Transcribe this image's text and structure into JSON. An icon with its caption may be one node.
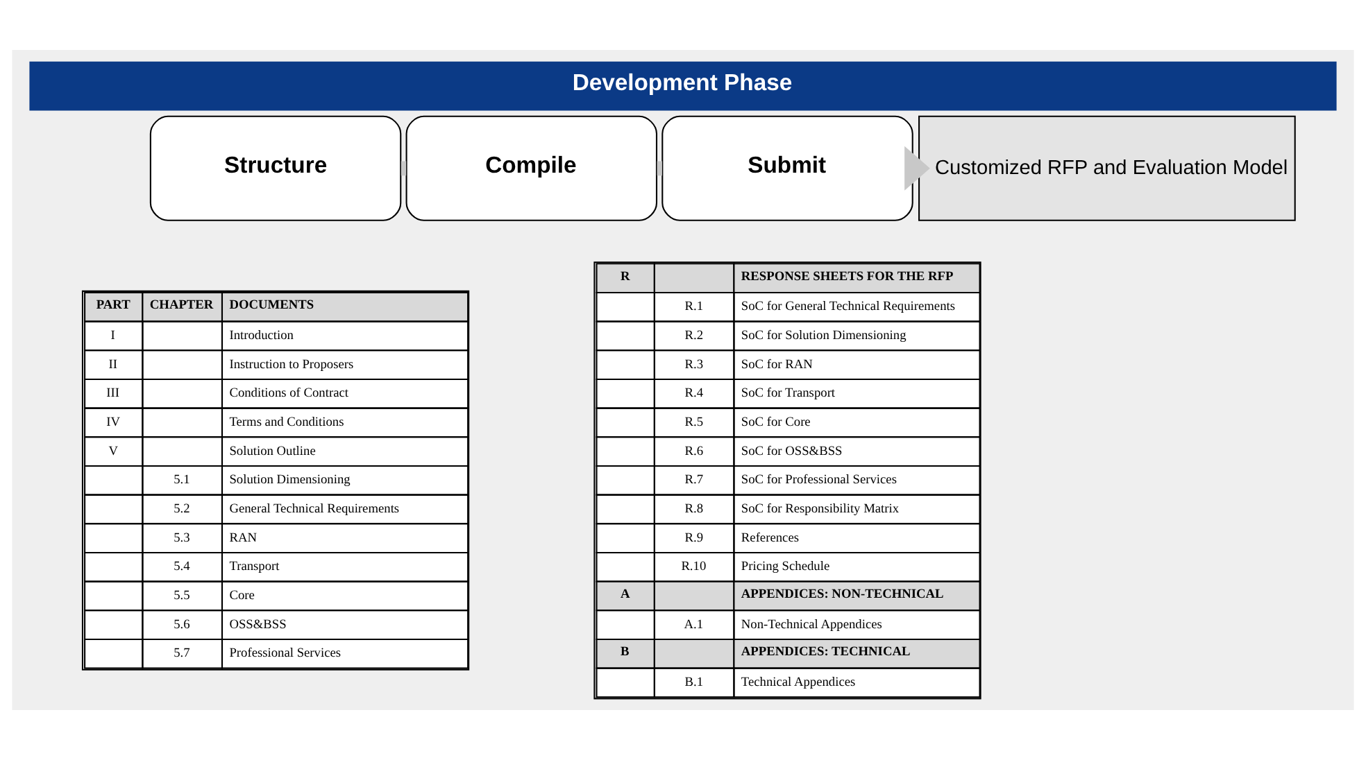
{
  "diagram": {
    "title": "Development Phase",
    "nodes": [
      {
        "text": [
          "Structure"
        ]
      },
      {
        "text": [
          "Compile"
        ]
      },
      {
        "text": [
          "Submit"
        ]
      },
      {
        "text": [
          "Customized RFP and Evaluation Model"
        ]
      }
    ],
    "edges": [
      {
        "from": 0,
        "to": 1,
        "arrow": "none"
      },
      {
        "from": 1,
        "to": 2,
        "arrow": "none"
      },
      {
        "from": 2,
        "to": 3,
        "arrow": "to"
      }
    ],
    "labels": [
      "PART",
      "CHAPTER",
      "DOCUMENTS",
      "I",
      "Introduction",
      "II",
      "Instruction to Proposers",
      "III",
      "Conditions of Contract",
      "IV",
      "Terms and Conditions",
      "V",
      "Solution Outline",
      "5.1",
      "Solution Dimensioning",
      "5.2",
      "General Technical Requirements",
      "5.3",
      "RAN",
      "5.4",
      "Transport",
      "5.5",
      "Core",
      "5.6",
      "OSS&BSS",
      "5.7",
      "Professional Services",
      "R",
      "RESPONSE SHEETS FOR THE RFP",
      "R.1",
      "SoC for General Technical Requirements",
      "R.2",
      "SoC for Solution Dimensioning",
      "R.3",
      "SoC for RAN",
      "R.4",
      "SoC for Transport",
      "R.5",
      "SoC for Core",
      "R.6",
      "SoC for OSS&BSS",
      "R.7",
      "SoC for Professional Services",
      "R.8",
      "SoC for Responsibility Matrix",
      "R.9",
      "References",
      "R.10",
      "Pricing Schedule",
      "A",
      "APPENDICES: NON-TECHNICAL",
      "A.1",
      "Non-Technical Appendices",
      "B",
      "APPENDICES: TECHNICAL",
      "B.1",
      "Technical Appendices"
    ]
  }
}
